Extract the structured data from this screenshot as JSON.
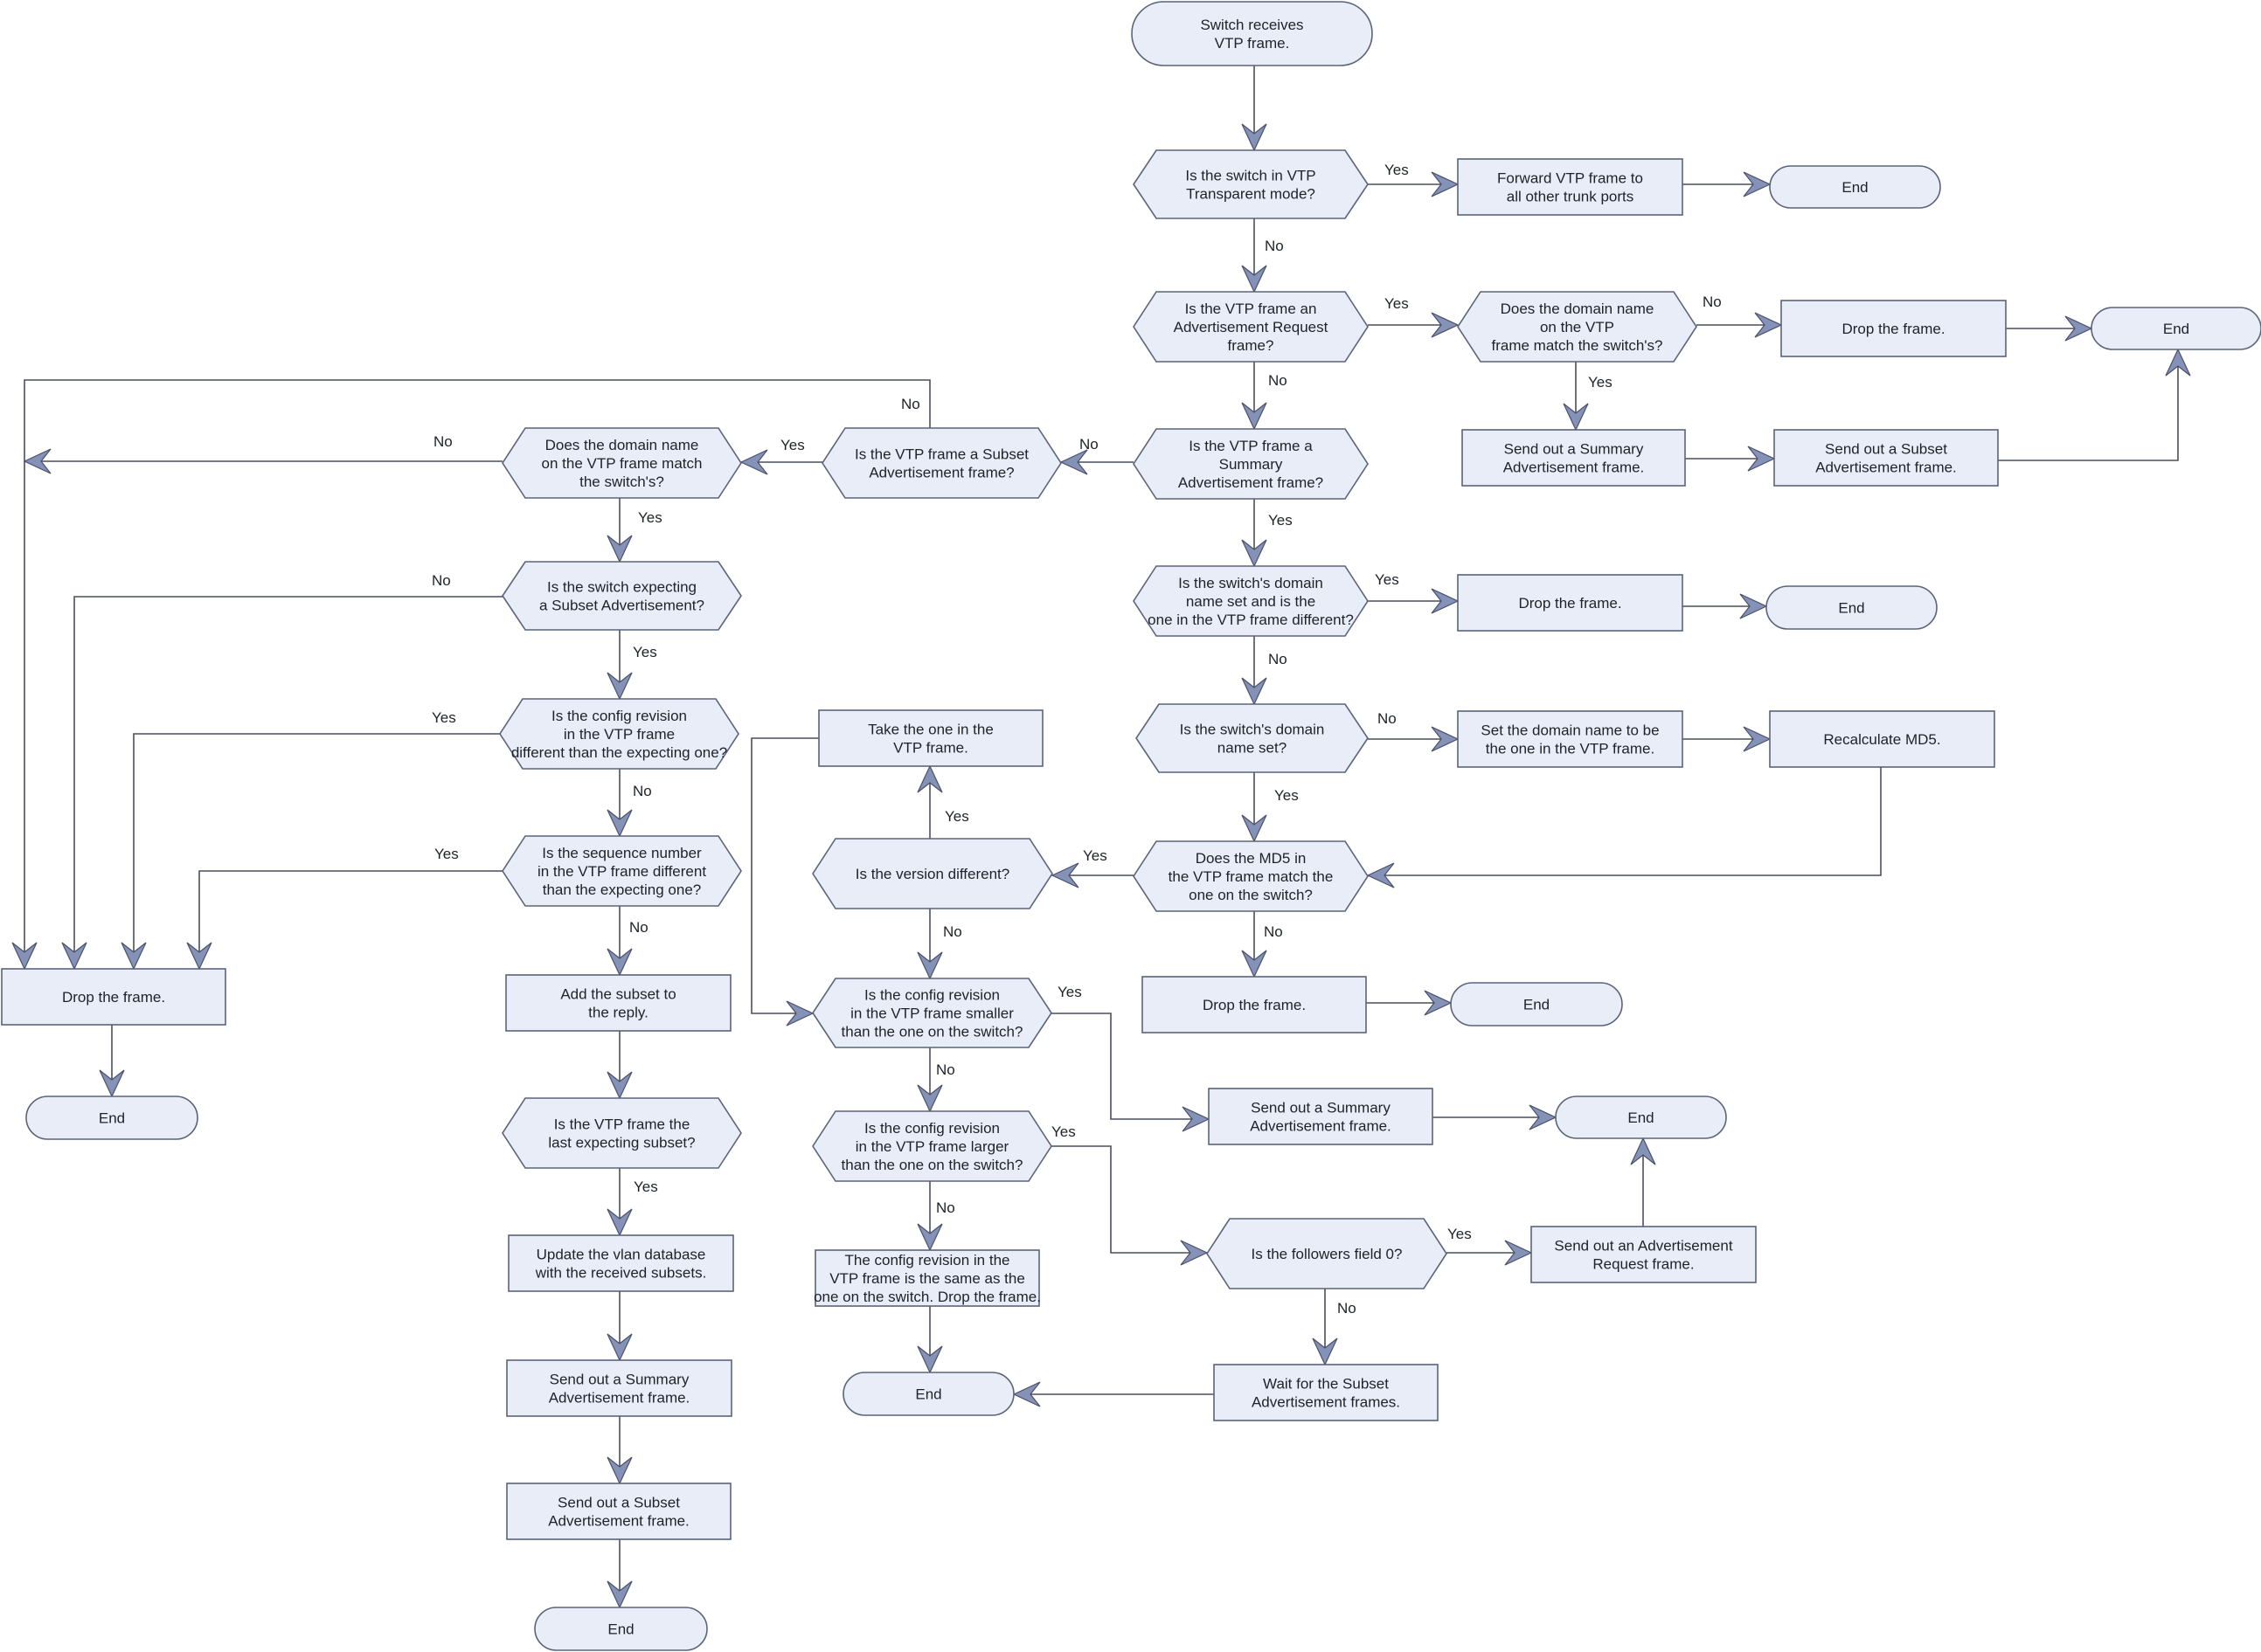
{
  "diagram": {
    "nodes": {
      "start": "Switch receives VTP frame.",
      "q_transparent": "Is the switch in VTP Transparent mode?",
      "forward": "Forward VTP frame to all other trunk ports",
      "end_forward": "End",
      "q_adv_request": "Is the VTP frame an Advertisement Request frame?",
      "q_req_domain": "Does the domain name on the VTP frame match the switch's?",
      "drop_req": "Drop the frame.",
      "end_req": "End",
      "send_summary_req": "Send out a Summary Advertisement frame.",
      "send_subset_req": "Send out a Subset Advertisement frame.",
      "q_summary": "Is the VTP frame a Summary Advertisement frame?",
      "q_subset": "Is the VTP frame a Subset Advertisement frame?",
      "q_sub_domain": "Does the domain name on the VTP frame match the switch's?",
      "q_expecting": "Is the switch expecting a Subset Advertisement?",
      "q_sub_rev": "Is the config revision in the VTP frame different than the expecting one?",
      "q_seq": "Is the sequence number in the VTP frame different than the expecting one?",
      "drop_left": "Drop the frame.",
      "end_left": "End",
      "add_subset": "Add the subset to the reply.",
      "q_last": "Is the VTP frame the last expecting subset?",
      "update_db": "Update the vlan database with the received subsets.",
      "send_summary_sub": "Send out a Summary Advertisement frame.",
      "send_subset_sub": "Send out a Subset Advertisement frame.",
      "end_sub": "End",
      "q_dom_diff": "Is the switch's domain name set and is the one in the VTP frame different?",
      "drop_dom": "Drop the frame.",
      "end_dom": "End",
      "q_dom_set": "Is the switch's domain name set?",
      "set_domain": "Set the domain name to be the one in the VTP frame.",
      "recalc": "Recalculate MD5.",
      "q_md5": "Does the MD5 in the VTP frame match the one on the switch?",
      "drop_md5": "Drop the frame.",
      "end_md5": "End",
      "q_version": "Is the version different?",
      "take_vtp": "Take the one in the VTP frame.",
      "q_smaller": "Is the config revision in the VTP frame smaller than the one on the switch?",
      "send_summary_sm": "Send out a Summary Advertisement frame.",
      "end_summary": "End",
      "q_larger": "Is the config revision in the VTP frame larger than the one on the switch?",
      "same_drop": "The config revision in the VTP frame is the same as the one on the switch. Drop the frame.",
      "end_same": "End",
      "q_followers": "Is the followers field 0?",
      "send_adv_req": "Send out an Advertisement Request frame.",
      "wait_subset": "Wait for the Subset Advertisement frames."
    },
    "labels": {
      "e1": "Yes",
      "e2": "No",
      "e3": "Yes",
      "e4": "No",
      "e5": "Yes",
      "e6": "No",
      "e7": "No",
      "e8": "Yes",
      "e9": "Yes",
      "e10": "No",
      "e11": "No",
      "e12": "Yes",
      "e13": "No",
      "e14": "Yes",
      "e15": "Yes",
      "e16": "No",
      "e17": "Yes",
      "e18": "No",
      "e19": "Yes",
      "e20": "Yes",
      "e21": "No",
      "e22": "No",
      "e23": "Yes",
      "e24": "Yes",
      "e25": "Yes",
      "e26": "No",
      "e27": "Yes",
      "e28": "No",
      "e29": "Yes",
      "e30": "No"
    }
  }
}
